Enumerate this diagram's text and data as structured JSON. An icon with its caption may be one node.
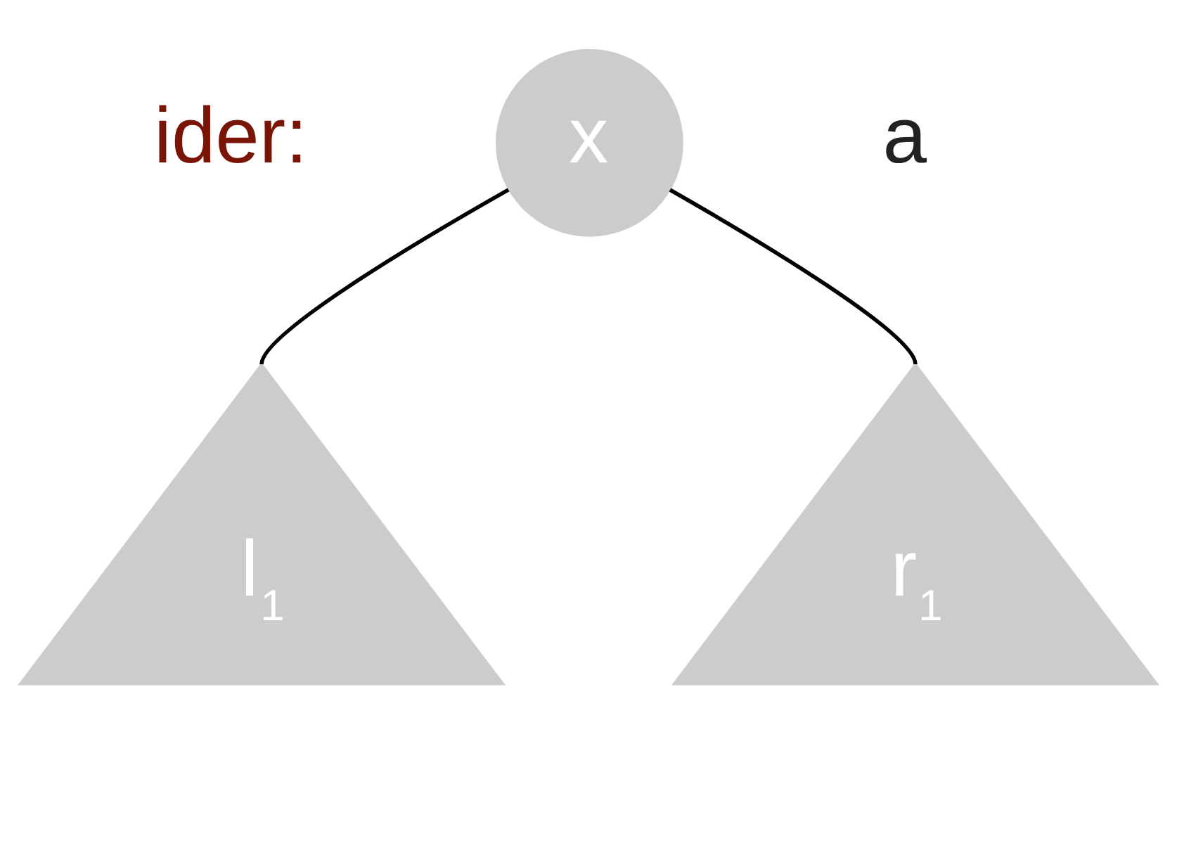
{
  "diagram": {
    "nodes": [
      {
        "text": [
          "x"
        ]
      },
      {
        "text": [
          "l$_{1}$"
        ]
      },
      {
        "text": [
          "r$_{1}$"
        ]
      }
    ],
    "edges": [
      {
        "from": 0,
        "to": 1,
        "arrow": "none"
      },
      {
        "from": 0,
        "to": 2,
        "arrow": "none"
      }
    ],
    "labels": [
      "ider:",
      "a"
    ]
  }
}
